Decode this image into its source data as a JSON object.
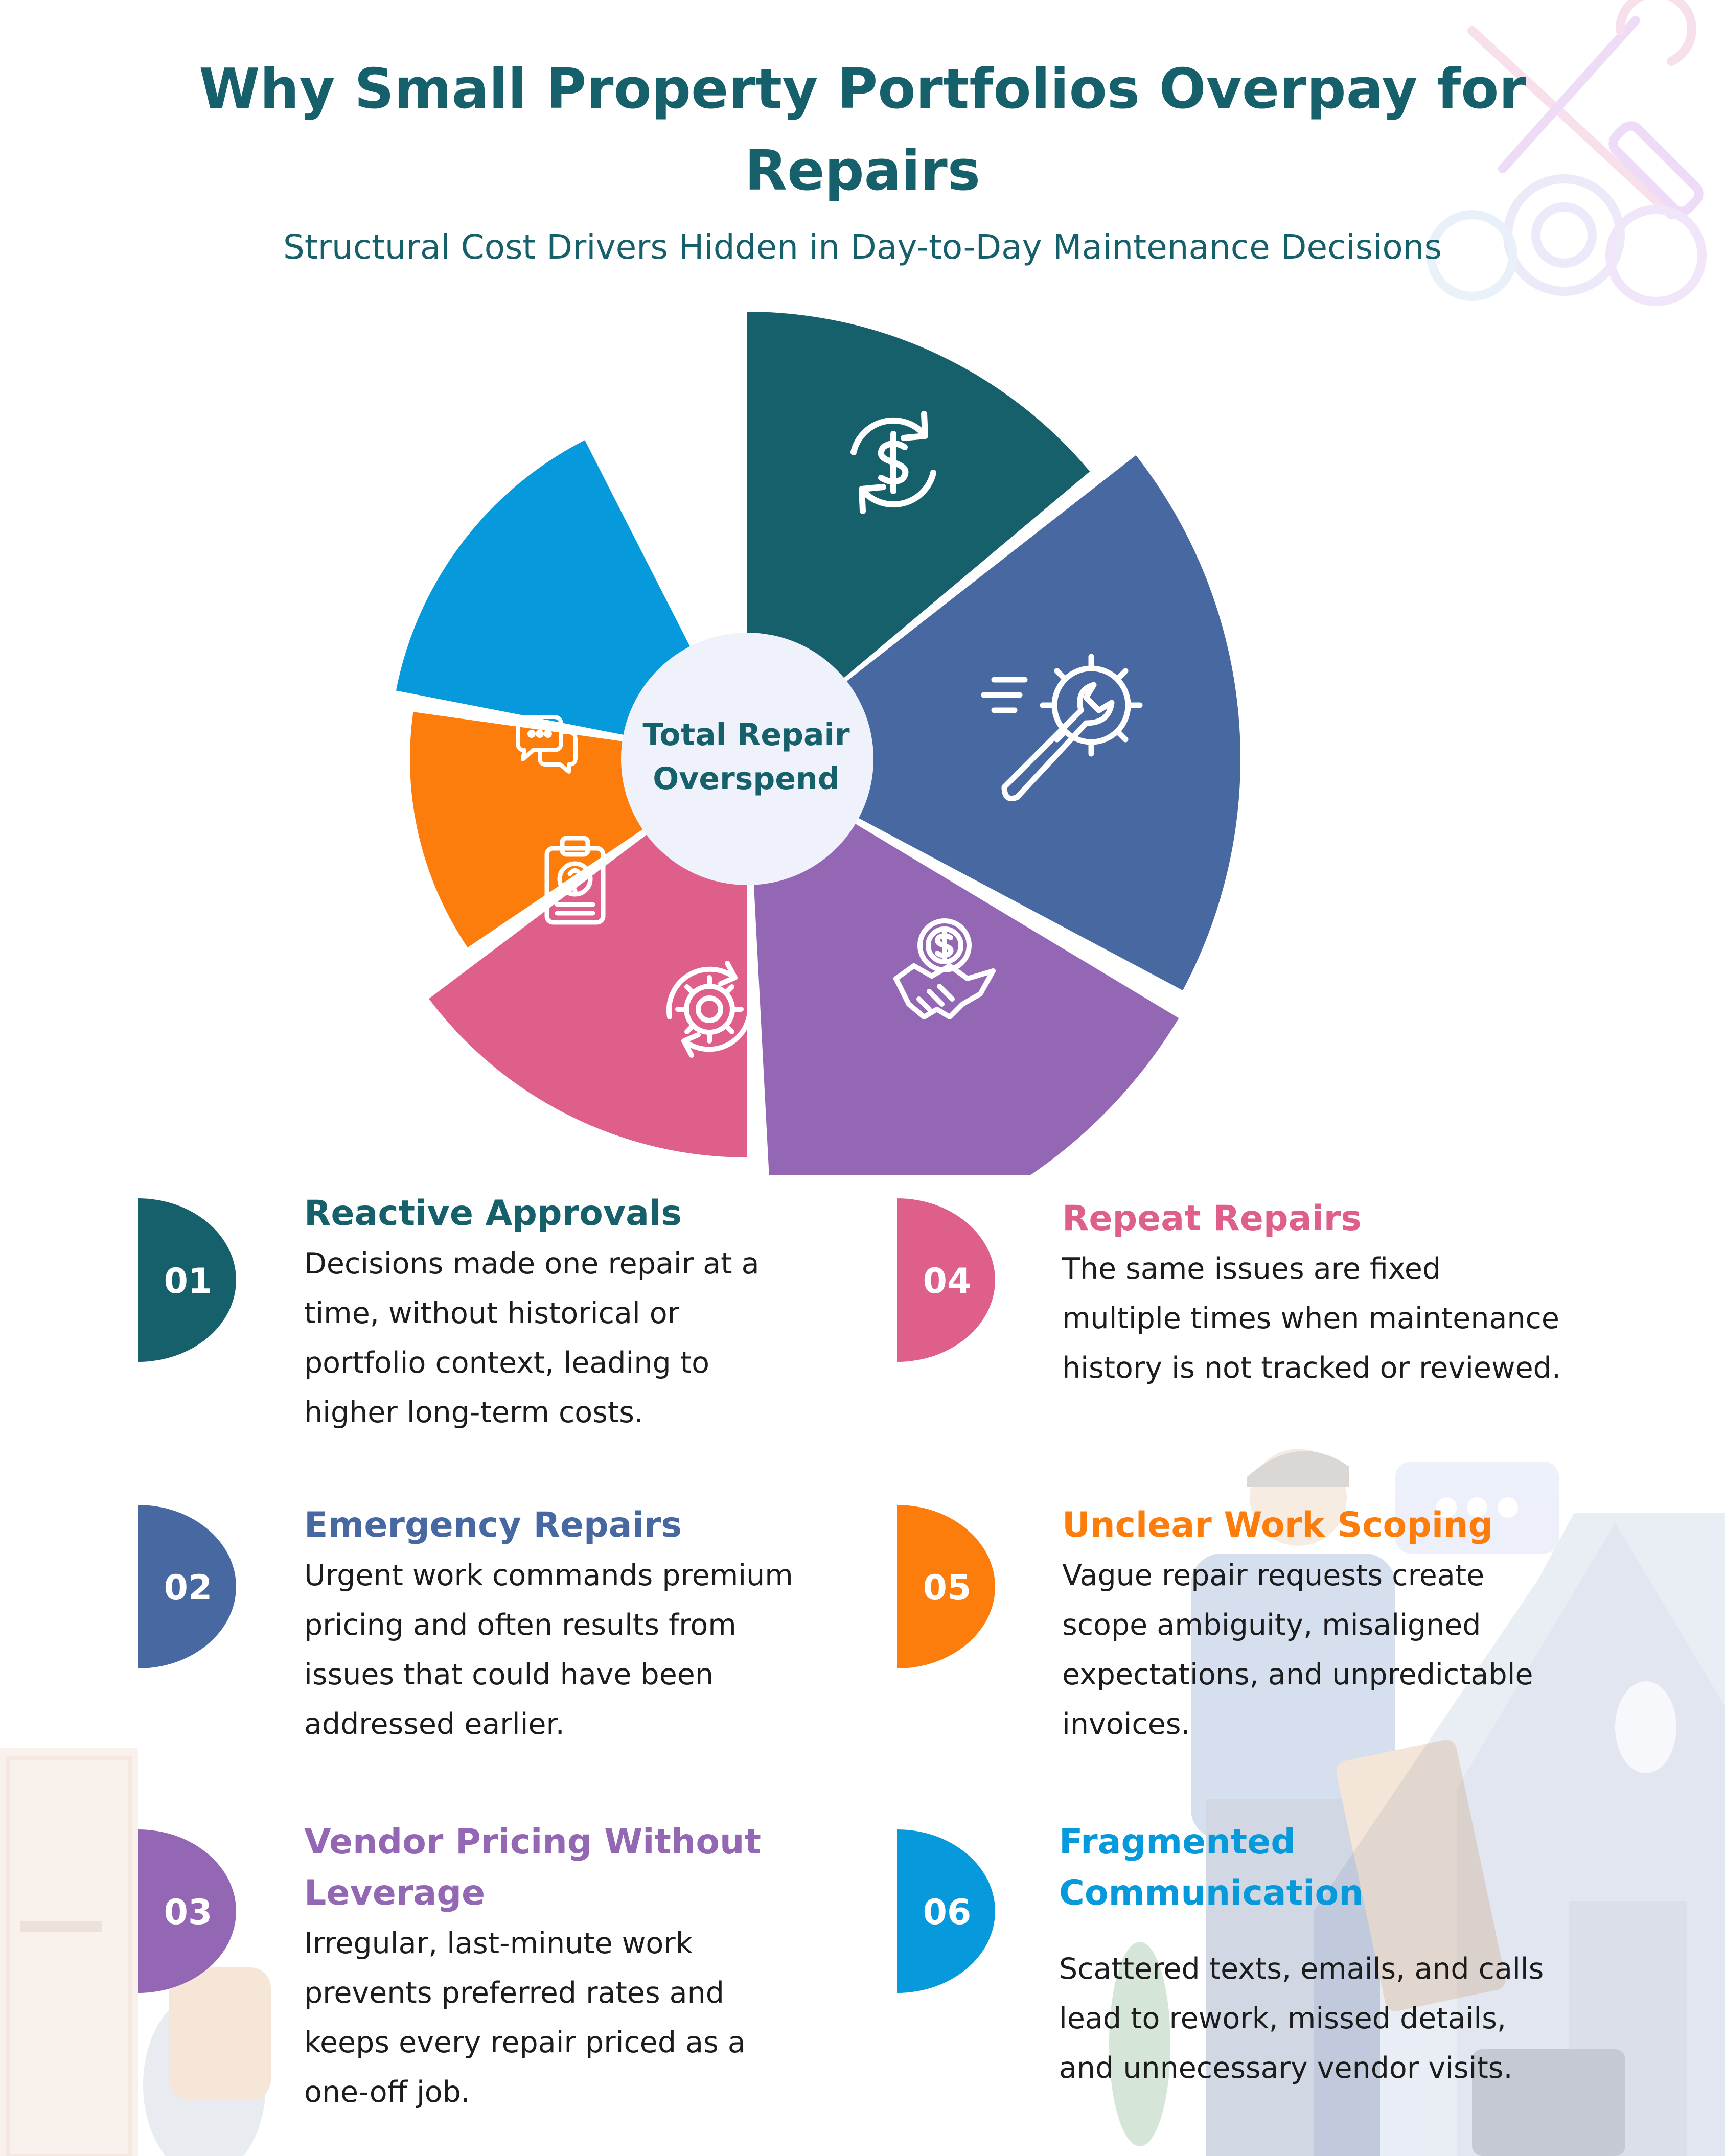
{
  "title": "Why Small Property Portfolios Overpay for Repairs",
  "subtitle": "Structural Cost Drivers Hidden in Day-to-Day Maintenance Decisions",
  "center_label": "Total Repair Overspend",
  "colors": {
    "reactive": "#16606b",
    "emergency": "#4868a1",
    "vendor": "#9467b4",
    "repeat": "#de5f8a",
    "scoping": "#fc7d0b",
    "communication": "#0699dc",
    "title_text": "#16606b",
    "center_fill": "#eff2fb"
  },
  "segments": [
    {
      "id": "01",
      "icon": "dollar-cycle-icon"
    },
    {
      "id": "02",
      "icon": "wrench-gear-icon"
    },
    {
      "id": "03",
      "icon": "handshake-dollar-icon"
    },
    {
      "id": "04",
      "icon": "gear-cycle-icon"
    },
    {
      "id": "05",
      "icon": "clipboard-question-icon"
    },
    {
      "id": "06",
      "icon": "chat-bubbles-icon"
    }
  ],
  "items": [
    {
      "number": "01",
      "title": "Reactive Approvals",
      "color": "#16606b",
      "desc_lines": [
        "Decisions made one repair at a",
        "time, without historical or",
        "portfolio context, leading to",
        "higher long-term costs."
      ]
    },
    {
      "number": "02",
      "title": "Emergency Repairs",
      "color": "#4868a1",
      "desc_lines": [
        "Urgent work commands premium",
        "pricing and often results from",
        "issues that could have been",
        "addressed earlier."
      ]
    },
    {
      "number": "03",
      "title_lines": [
        "Vendor Pricing Without",
        "Leverage"
      ],
      "color": "#9467b4",
      "desc_lines": [
        "Irregular, last-minute work",
        "prevents preferred rates and",
        "keeps every repair priced as a",
        "one-off job."
      ]
    },
    {
      "number": "04",
      "title": "Repeat Repairs",
      "color": "#de5f8a",
      "desc_lines": [
        "The same issues are fixed",
        "multiple times when maintenance",
        "history is not tracked or reviewed."
      ]
    },
    {
      "number": "05",
      "title": "Unclear Work Scoping",
      "color": "#fc7d0b",
      "desc_lines": [
        "Vague repair requests create",
        "scope ambiguity, misaligned",
        "expectations, and unpredictable",
        "invoices."
      ]
    },
    {
      "number": "06",
      "title": "Fragmented Communication",
      "color": "#0699dc",
      "desc_lines": [
        "Scattered texts, emails, and calls",
        "lead to rework, missed details,",
        "and unnecessary vendor visits."
      ]
    }
  ]
}
